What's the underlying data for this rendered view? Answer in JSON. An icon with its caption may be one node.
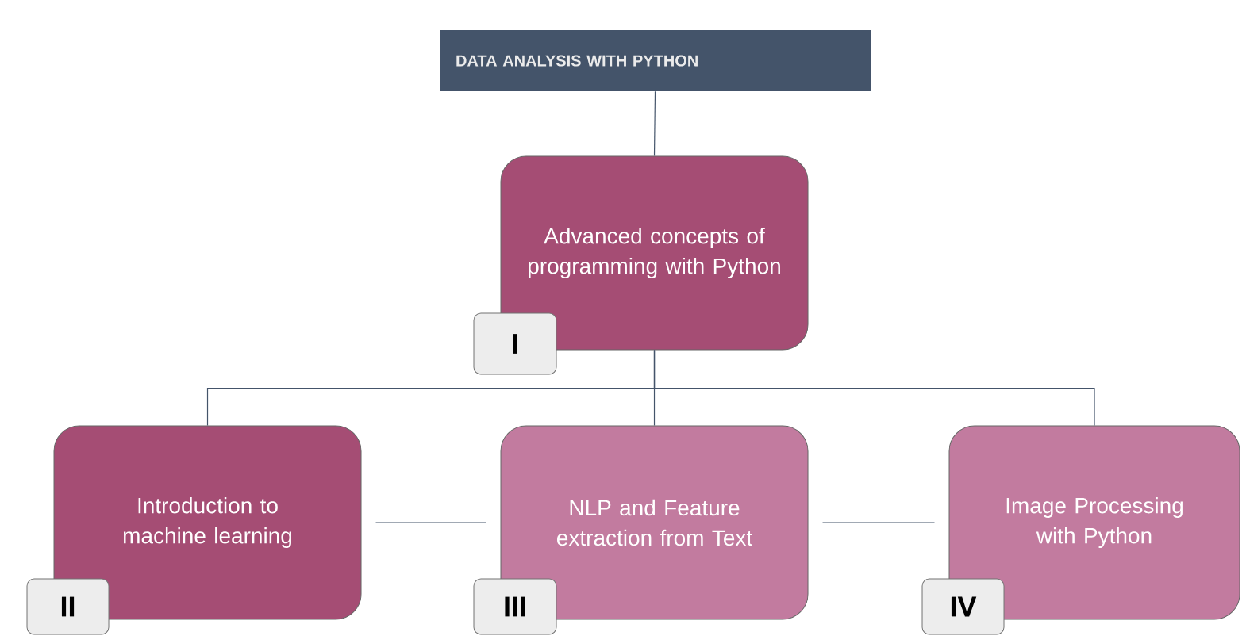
{
  "diagram": {
    "nodes": [
      {
        "text": [
          "DATA ANALYSIS WITH PYTHON"
        ]
      },
      {
        "text": [
          "Advanced concepts of programming with Python"
        ]
      },
      {
        "text": [
          "I"
        ]
      },
      {
        "text": [
          "Introduction to machine learning"
        ]
      },
      {
        "text": [
          "II"
        ]
      },
      {
        "text": [
          "NLP and Feature extraction from Text"
        ]
      },
      {
        "text": [
          "III"
        ]
      },
      {
        "text": [
          "Image Processing with Python"
        ]
      },
      {
        "text": [
          "IV"
        ]
      }
    ],
    "edges": [
      {
        "from": 0,
        "to": 1,
        "arrow": "none"
      },
      {
        "from": 1,
        "to": 3,
        "arrow": "none"
      },
      {
        "from": 1,
        "to": 5,
        "arrow": "none"
      },
      {
        "from": 1,
        "to": 7,
        "arrow": "none"
      },
      {
        "from": 3,
        "to": 5,
        "arrow": "none"
      },
      {
        "from": 5,
        "to": 7,
        "arrow": "none"
      }
    ]
  }
}
